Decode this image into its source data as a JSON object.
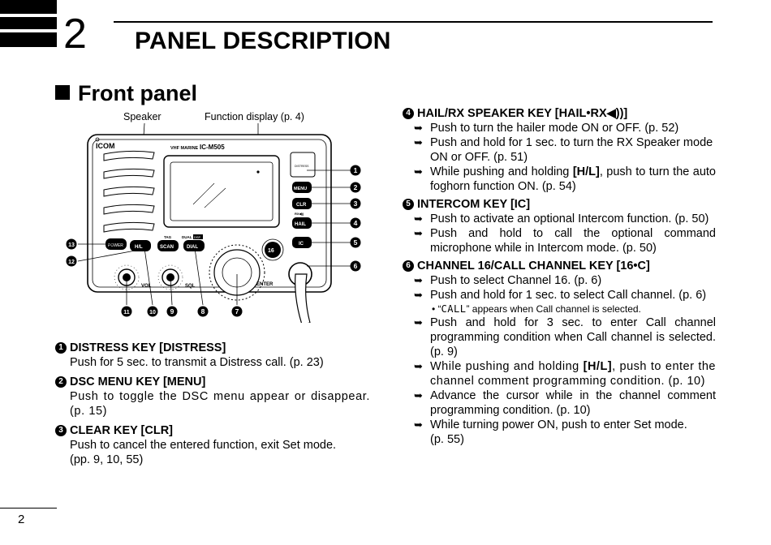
{
  "chapter": {
    "number": "2",
    "title": "PANEL DESCRIPTION"
  },
  "section": {
    "title": "Front panel"
  },
  "page_number": "2",
  "diagram": {
    "speaker_label": "Speaker",
    "display_label": "Function display (p. 4)",
    "brand": "ICOM",
    "model_small": "VHF MARINE",
    "model": "IC-M505",
    "keys": {
      "distress": "DISTRESS",
      "menu": "MENU",
      "clr": "CLR",
      "rx": "RX◀))",
      "hail": "HAIL",
      "ic": "IC",
      "power": "POWER",
      "hl": "H/L",
      "scan": "SCAN",
      "dial": "DIAL",
      "tag": "TAG",
      "dual": "DUAL",
      "dualbox": "DSP",
      "ch16": "16",
      "vol": "VOL",
      "sql": "SQL",
      "enter": "ENTER"
    },
    "callouts": [
      "1",
      "2",
      "3",
      "4",
      "5",
      "6",
      "7",
      "8",
      "9",
      "10",
      "11",
      "12",
      "13"
    ]
  },
  "left_items": [
    {
      "num": "1",
      "title": "DISTRESS KEY [DISTRESS]",
      "lines": [
        "Push for 5 sec. to transmit a Distress call. (p. 23)"
      ]
    },
    {
      "num": "2",
      "title": "DSC MENU KEY [MENU]",
      "lines": [
        "Push to toggle the DSC menu appear or disappear. (p. 15)"
      ]
    },
    {
      "num": "3",
      "title": "CLEAR KEY [CLR]",
      "lines": [
        "Push to cancel the entered function, exit Set mode.",
        "(pp. 9, 10, 55)"
      ]
    }
  ],
  "right_items": {
    "hail": {
      "num": "4",
      "title": "HAIL/RX SPEAKER KEY [HAIL•RX◀))]",
      "bullets": [
        "Push to turn the hailer mode ON or OFF. (p. 52)",
        "Push and hold for 1 sec. to turn the RX Speaker mode ON or OFF. (p. 51)"
      ],
      "b3_pre": "While pushing and holding ",
      "b3_key": "[H/L]",
      "b3_post": ", push to turn the auto foghorn function ON. (p. 54)"
    },
    "intercom": {
      "num": "5",
      "title": "INTERCOM KEY [IC]",
      "bullets": [
        "Push to activate an optional Intercom function. (p. 50)",
        "Push and hold to call the optional command microphone while in Intercom mode. (p. 50)"
      ]
    },
    "ch16": {
      "num": "6",
      "title": "CHANNEL 16/CALL CHANNEL KEY [16•C]",
      "b1": "Push to select Channel 16. (p. 6)",
      "b2": "Push and hold for 1 sec. to select Call channel. (p. 6)",
      "note_pre": "• “",
      "note_lcd": "CALL",
      "note_post": "” appears when Call channel is selected.",
      "b3": "Push and hold for 3 sec. to enter Call channel programming condition when Call channel is selected. (p. 9)",
      "b4_pre": "While pushing and holding ",
      "b4_key": "[H/L]",
      "b4_post": ", push to enter the channel comment programming condition. (p. 10)",
      "b5": "Advance the cursor while in the channel comment programming condition. (p. 10)",
      "b6": "While turning power ON, push to enter Set mode.",
      "b6b": "(p. 55)"
    }
  },
  "arrow_glyph": "➥"
}
